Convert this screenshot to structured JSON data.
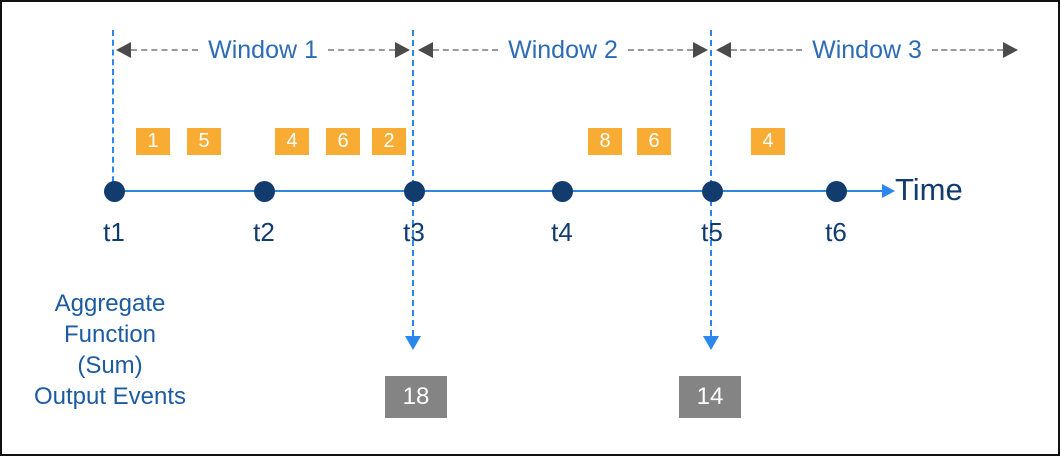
{
  "windows": [
    {
      "label": "Window 1"
    },
    {
      "label": "Window 2"
    },
    {
      "label": "Window 3"
    }
  ],
  "timeline": {
    "ticks": [
      "t1",
      "t2",
      "t3",
      "t4",
      "t5",
      "t6"
    ],
    "axis_label": "Time"
  },
  "events": [
    {
      "value": "1",
      "window": "Window 1"
    },
    {
      "value": "5",
      "window": "Window 1"
    },
    {
      "value": "4",
      "window": "Window 1"
    },
    {
      "value": "6",
      "window": "Window 1"
    },
    {
      "value": "2",
      "window": "Window 1"
    },
    {
      "value": "8",
      "window": "Window 2"
    },
    {
      "value": "6",
      "window": "Window 2"
    },
    {
      "value": "4",
      "window": "Window 3"
    }
  ],
  "aggregate": {
    "line1": "Aggregate",
    "line2": "Function (Sum)"
  },
  "output": {
    "label": "Output Events",
    "values": [
      {
        "value": "18",
        "at_tick": "t3"
      },
      {
        "value": "14",
        "at_tick": "t5"
      }
    ]
  },
  "colors": {
    "accent_blue": "#2b87ee",
    "timeline_blue": "#2f86e0",
    "navy_text": "#123c6e",
    "caption_blue": "#1d5ba1",
    "window_label_blue": "#2d6cb5",
    "event_orange": "#f9ac33",
    "output_gray": "#848484",
    "arrow_gray": "#4a4a4a",
    "dash_gray": "#9a9a9a"
  }
}
